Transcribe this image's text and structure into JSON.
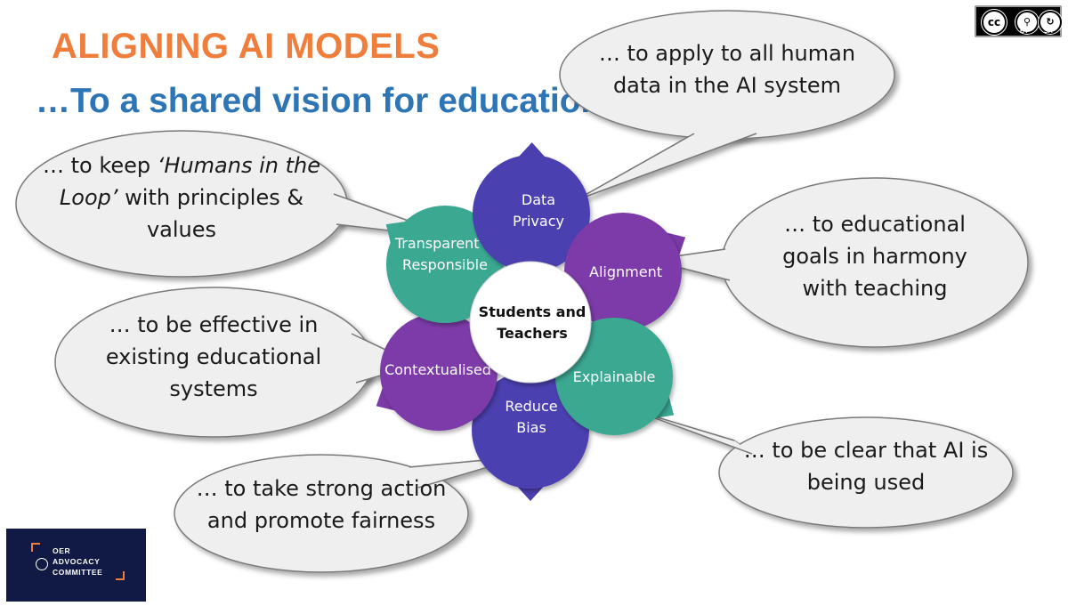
{
  "title": "ALIGNING AI MODELS",
  "subtitle": "…To a shared vision for education",
  "license": {
    "icon": "cc-by-sa-icon",
    "cc_label": "cc",
    "by_label": "BY",
    "sa_label": "SA"
  },
  "center": {
    "lines": [
      "Students and",
      "Teachers"
    ]
  },
  "petals": [
    {
      "id": "data-privacy",
      "lines": [
        "Data",
        "Privacy"
      ],
      "color": "#4b3fb0"
    },
    {
      "id": "alignment",
      "lines": [
        "Alignment"
      ],
      "color": "#7b3aa8"
    },
    {
      "id": "explainable",
      "lines": [
        "Explainable"
      ],
      "color": "#3aa892"
    },
    {
      "id": "reduce-bias",
      "lines": [
        "Reduce",
        "Bias"
      ],
      "color": "#4b3fb0"
    },
    {
      "id": "contextualised",
      "lines": [
        "Contextualised"
      ],
      "color": "#7b3aa8"
    },
    {
      "id": "transparent-responsible",
      "lines": [
        "Transparent &",
        "Responsible"
      ],
      "color": "#3aa892"
    }
  ],
  "bubbles": [
    {
      "id": "data-privacy",
      "lines": [
        [
          {
            "t": "… to apply to all human"
          }
        ],
        [
          {
            "t": "data in the AI system"
          }
        ]
      ]
    },
    {
      "id": "alignment",
      "lines": [
        [
          {
            "t": "… to educational"
          }
        ],
        [
          {
            "t": "goals in harmony"
          }
        ],
        [
          {
            "t": "with teaching"
          }
        ]
      ]
    },
    {
      "id": "explainable",
      "lines": [
        [
          {
            "t": "… to be clear that AI is"
          }
        ],
        [
          {
            "t": "being used"
          }
        ]
      ]
    },
    {
      "id": "reduce-bias",
      "lines": [
        [
          {
            "t": "… to take strong action"
          }
        ],
        [
          {
            "t": "and promote fairness"
          }
        ]
      ]
    },
    {
      "id": "contextualised",
      "lines": [
        [
          {
            "t": "… to be effective in"
          }
        ],
        [
          {
            "t": "existing educational"
          }
        ],
        [
          {
            "t": "systems"
          }
        ]
      ]
    },
    {
      "id": "transparent-responsible",
      "lines": [
        [
          {
            "t": "… to keep "
          },
          {
            "t": "‘Humans in the",
            "i": true
          }
        ],
        [
          {
            "t": "Loop’",
            "i": true
          },
          {
            "t": " with principles &"
          }
        ],
        [
          {
            "t": "values"
          }
        ]
      ]
    }
  ],
  "logo": {
    "icon": "globe-icon",
    "text": "OER\nADVOCACY\nCOMMITTEE"
  },
  "colors": {
    "title": "#ef7d3c",
    "subtitle": "#2e75b6",
    "bubble_fill": "#efefef",
    "bubble_stroke": "#7a7a7a",
    "logo_bg": "#111a44"
  }
}
